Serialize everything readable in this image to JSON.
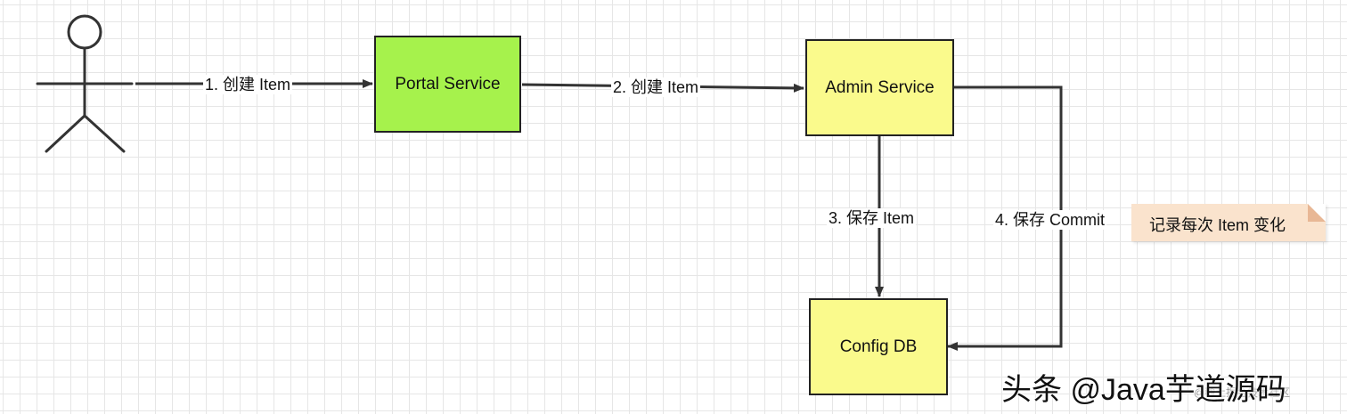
{
  "nodes": {
    "portal": {
      "label": "Portal Service",
      "color": "#a6f24c"
    },
    "admin": {
      "label": "Admin Service",
      "color": "#fafa8c"
    },
    "config_db": {
      "label": "Config DB",
      "color": "#fafa8c"
    }
  },
  "edges": {
    "step1": "1. 创建 Item",
    "step2": "2. 创建 Item",
    "step3": "3. 保存 Item",
    "step4": "4. 保存 Commit"
  },
  "note": {
    "text": "记录每次 Item 变化"
  },
  "watermark": {
    "main": "头条 @Java芋道源码",
    "sub": "@稀土掘金技术社区"
  }
}
